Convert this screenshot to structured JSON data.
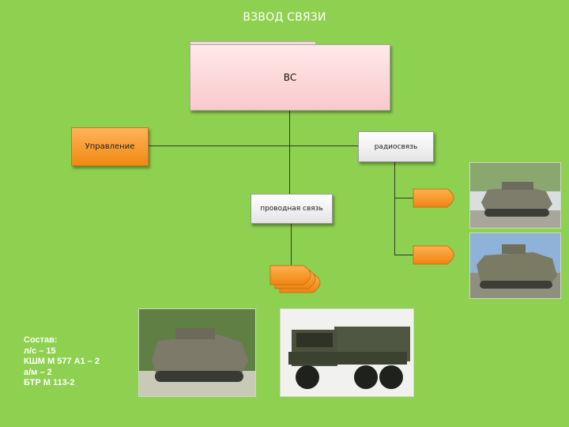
{
  "title": "ВЗВОД СВЯЗИ",
  "nodes": {
    "vs": "ВС",
    "control": "Управление",
    "radio": "радиосвязь",
    "wire": "проводная связь"
  },
  "composition": {
    "heading": "Состав:",
    "lines": [
      "л/с – 15",
      "КШМ М 577 А1 – 2",
      "а/м – 2",
      "БТР М 113-2"
    ]
  },
  "colors": {
    "background": "#8ed04f",
    "accent_orange": "#f7941d",
    "vs_fill": "#f9c9ca"
  },
  "pictures": [
    "armored-vehicle-photo",
    "armored-vehicle-photo",
    "armored-vehicle-photo",
    "military-truck-photo"
  ]
}
